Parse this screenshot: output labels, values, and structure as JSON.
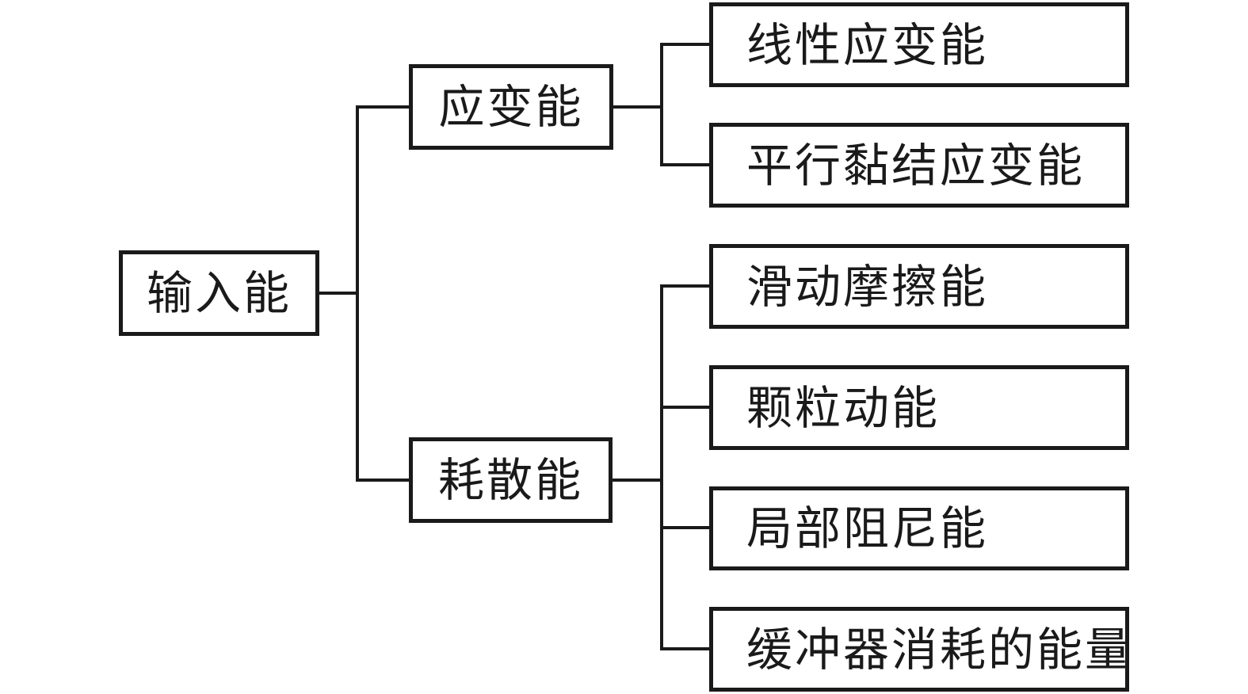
{
  "colors": {
    "line": "#1a1a1a",
    "background": "#ffffff",
    "text": "#1a1a1a"
  },
  "tree": {
    "root": {
      "label": "输入能"
    },
    "branches": [
      {
        "label": "应变能",
        "children": [
          {
            "label": "线性应变能"
          },
          {
            "label": "平行黏结应变能"
          }
        ]
      },
      {
        "label": "耗散能",
        "children": [
          {
            "label": "滑动摩擦能"
          },
          {
            "label": "颗粒动能"
          },
          {
            "label": "局部阻尼能"
          },
          {
            "label": "缓冲器消耗的能量"
          }
        ]
      }
    ]
  }
}
